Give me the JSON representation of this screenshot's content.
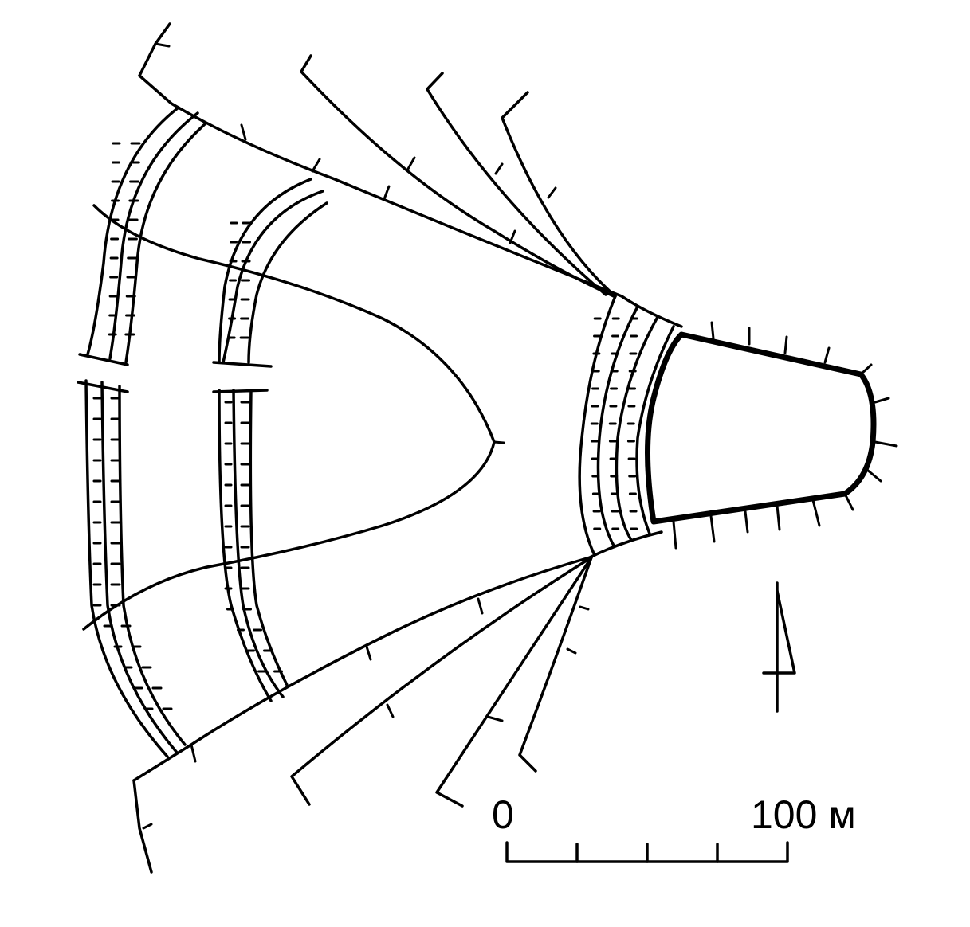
{
  "scale_bar": {
    "start_label": "0",
    "end_label": "100 м",
    "length_m": 100,
    "divisions": 4
  },
  "north_arrow": {
    "icon": "north-arrow-icon"
  },
  "colors": {
    "ink": "#000000",
    "background": "#ffffff"
  }
}
